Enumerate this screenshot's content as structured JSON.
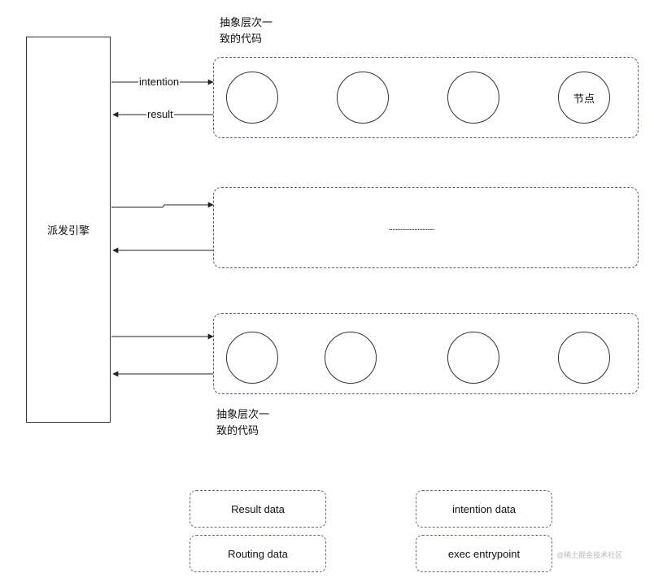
{
  "engine": {
    "label": "派发引擎"
  },
  "captions": {
    "top": {
      "line1": "抽象层次一",
      "line2": "致的代码"
    },
    "bottom": {
      "line1": "抽象层次一",
      "line2": "致的代码"
    }
  },
  "layers": [
    {
      "nodes": [
        "",
        "",
        "",
        "节点"
      ]
    },
    {
      "ellipsis": "..........................."
    },
    {
      "nodes": [
        "",
        "",
        "",
        ""
      ]
    }
  ],
  "arrows": {
    "request_label": "intention",
    "response_label": "result"
  },
  "legend": {
    "result": "Result data",
    "intention": "intention data",
    "routing": "Routing data",
    "exec": "exec entrypoint"
  },
  "watermark": "@稀土掘金技术社区"
}
